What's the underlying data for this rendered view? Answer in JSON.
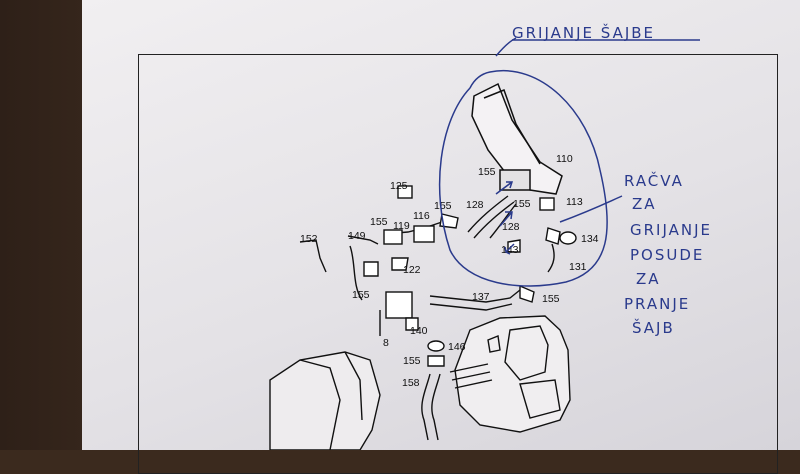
{
  "diagram": {
    "handwritten_title": "GRIJANJE ŠAJBE",
    "handwritten_note_lines": [
      "RAČVA",
      "ZA",
      "GRIJANJE",
      "POSUDE",
      "ZA",
      "PRANJE",
      "ŠAJB"
    ],
    "part_numbers": {
      "p110": "110",
      "p155a": "155",
      "p128a": "128",
      "p155b": "155",
      "p128b": "128",
      "p113": "113",
      "p143": "143",
      "p134": "134",
      "p131": "131",
      "p125": "125",
      "p155c": "155",
      "p155d": "155",
      "p119": "119",
      "p116": "116",
      "p152": "152",
      "p149": "149",
      "p122": "122",
      "p155e": "155",
      "p137": "137",
      "p155f": "155",
      "p140": "140",
      "p8": "8",
      "p146": "146",
      "p155g": "155",
      "p158": "158"
    },
    "colors": {
      "ink": "#111111",
      "pen": "#2a3a8c",
      "paper": "#ebe9ed"
    }
  }
}
